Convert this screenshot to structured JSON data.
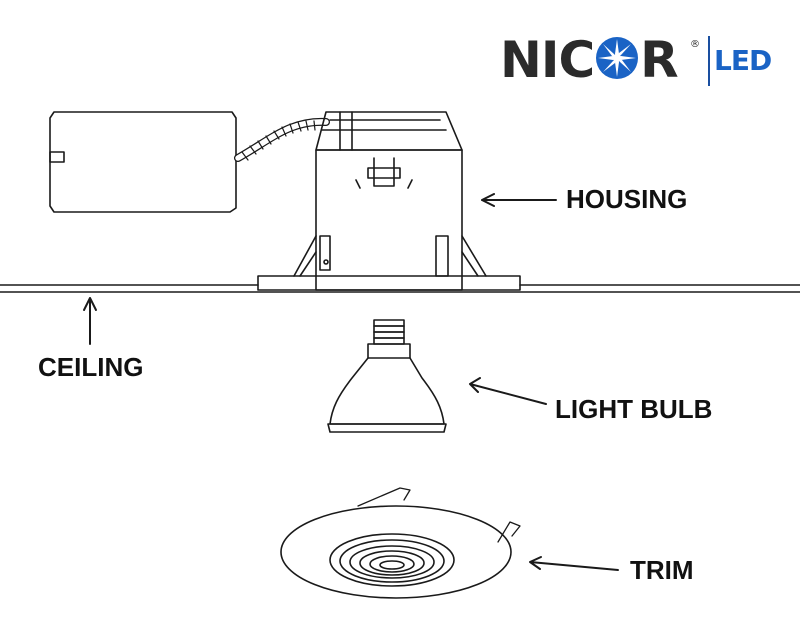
{
  "brand": {
    "name_left": "NIC",
    "name_right": "R",
    "registered": "®",
    "suffix": "LED",
    "colors": {
      "wordmark": "#2b2b2b",
      "accent": "#1a63c5"
    }
  },
  "labels": {
    "housing": "HOUSING",
    "ceiling": "CEILING",
    "light_bulb": "LIGHT BULB",
    "trim": "TRIM"
  }
}
